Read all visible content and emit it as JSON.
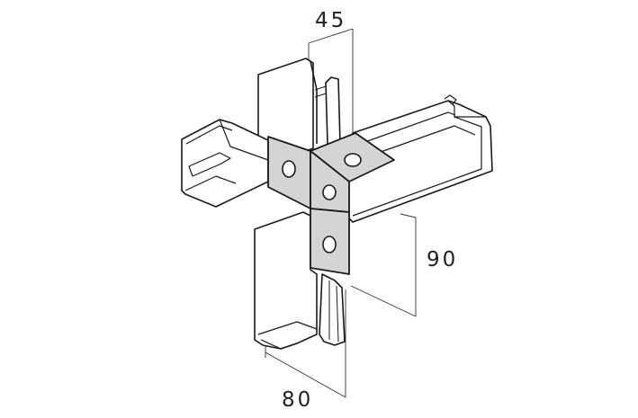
{
  "dimensions": {
    "top": "45",
    "right": "90",
    "bottom": "80"
  },
  "colors": {
    "line": "#1a1a1a",
    "bracket_fill": "#d4d4d4",
    "channel_fill": "#ffffff",
    "dimension_line": "#333333"
  }
}
